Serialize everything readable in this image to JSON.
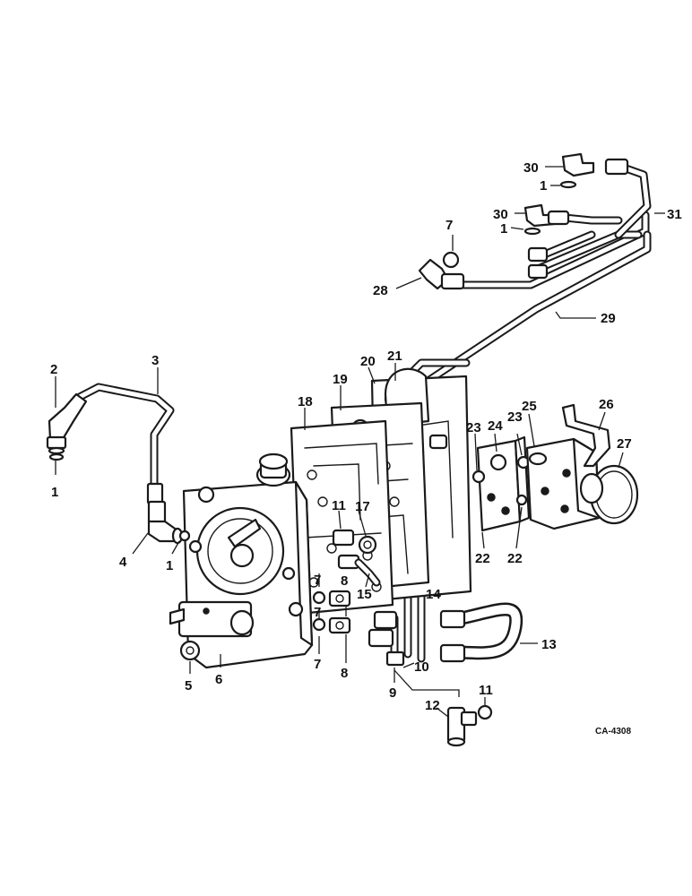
{
  "diagram": {
    "drawing_code": "CA-4308",
    "callouts": {
      "c1a": "1",
      "c1b": "1",
      "c1c": "1",
      "c1d": "1",
      "c2": "2",
      "c3": "3",
      "c4": "4",
      "c5": "5",
      "c6": "6",
      "c7a": "7",
      "c7b": "7",
      "c7c": "7",
      "c8a": "8",
      "c8b": "8",
      "c9": "9",
      "c10": "10",
      "c11a": "11",
      "c11b": "11",
      "c12": "12",
      "c13": "13",
      "c14": "14",
      "c15": "15",
      "c17": "17",
      "c18": "18",
      "c19": "19",
      "c20": "20",
      "c21": "21",
      "c22a": "22",
      "c22b": "22",
      "c23a": "23",
      "c23b": "23",
      "c24": "24",
      "c25": "25",
      "c26": "26",
      "c27": "27",
      "c28": "28",
      "c29": "29",
      "c30a": "30",
      "c30b": "30",
      "c31": "31"
    }
  }
}
